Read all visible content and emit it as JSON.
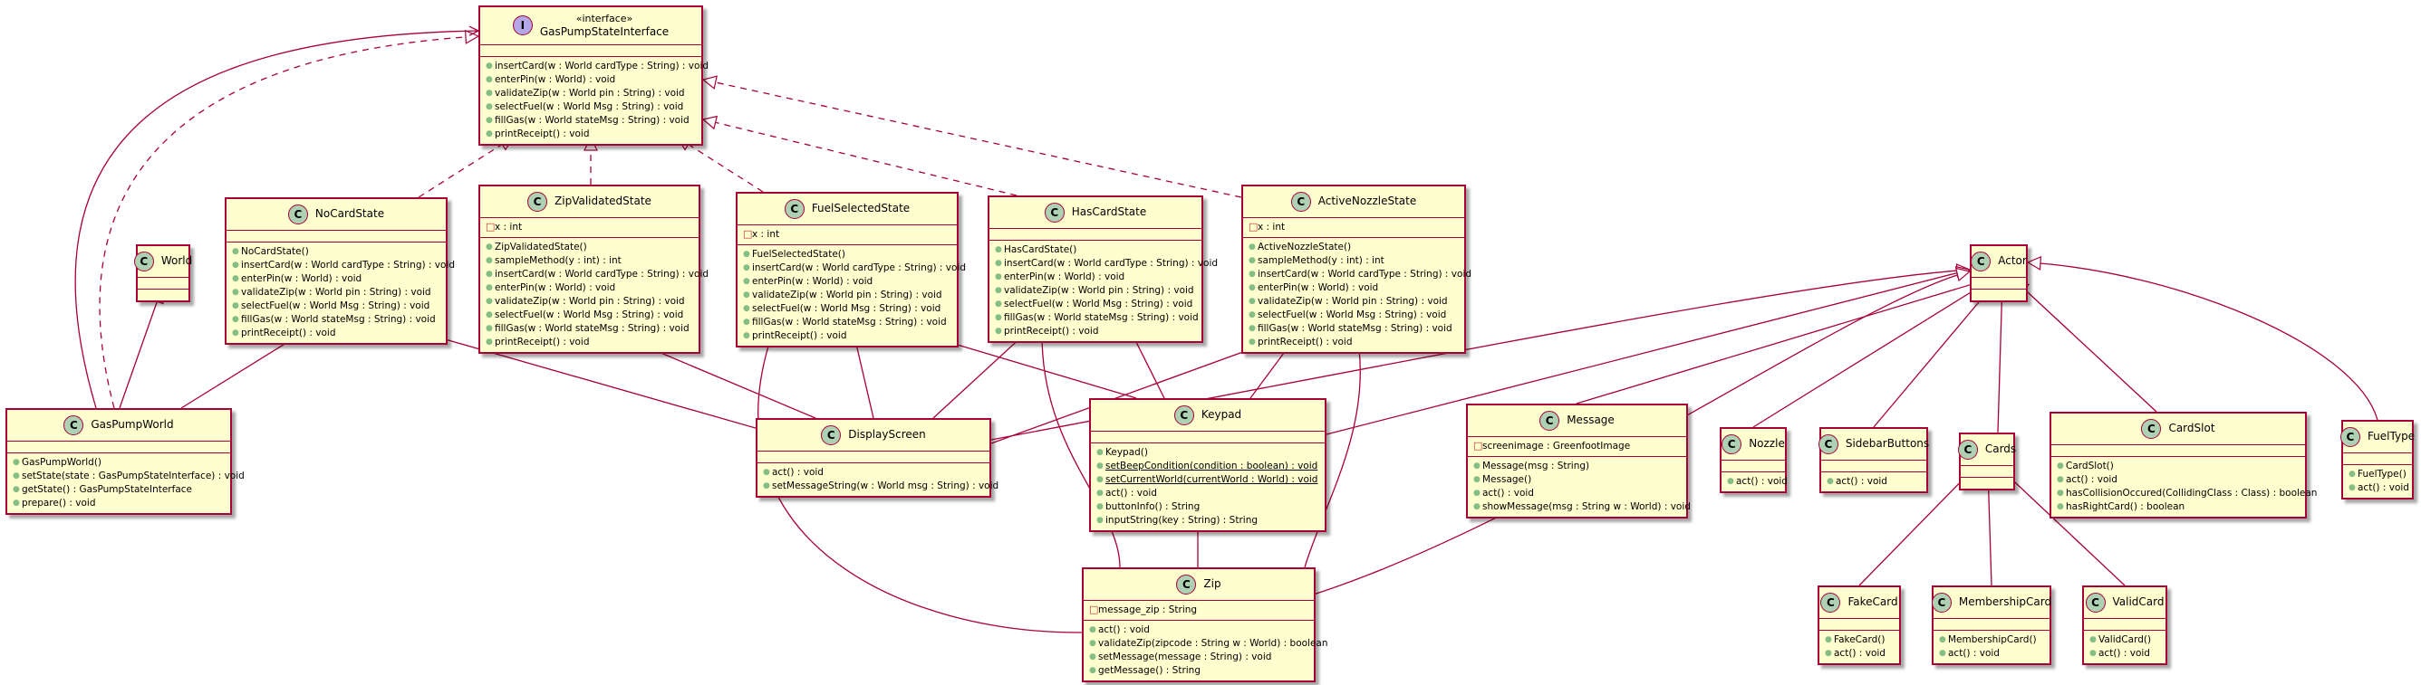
{
  "classes": {
    "GasPumpStateInterface": {
      "stereotype": "«interface»",
      "name": "GasPumpStateInterface",
      "fields": [],
      "methods": [
        "insertCard(w : World cardType : String) : void",
        "enterPin(w : World) : void",
        "validateZip(w : World pin : String) : void",
        "selectFuel(w : World Msg : String) : void",
        "fillGas(w : World stateMsg : String) : void",
        "printReceipt() : void"
      ]
    },
    "World": {
      "name": "World",
      "fields": [],
      "methods": []
    },
    "NoCardState": {
      "name": "NoCardState",
      "fields": [],
      "methods": [
        "NoCardState()",
        "insertCard(w : World cardType : String) : void",
        "enterPin(w : World) : void",
        "validateZip(w : World pin : String) : void",
        "selectFuel(w : World Msg : String) : void",
        "fillGas(w : World stateMsg : String) : void",
        "printReceipt() : void"
      ]
    },
    "ZipValidatedState": {
      "name": "ZipValidatedState",
      "fields": [
        "x : int"
      ],
      "methods": [
        "ZipValidatedState()",
        "sampleMethod(y : int) : int",
        "insertCard(w : World cardType : String) : void",
        "enterPin(w : World) : void",
        "validateZip(w : World pin : String) : void",
        "selectFuel(w : World Msg : String) : void",
        "fillGas(w : World stateMsg : String) : void",
        "printReceipt() : void"
      ]
    },
    "FuelSelectedState": {
      "name": "FuelSelectedState",
      "fields": [
        "x : int"
      ],
      "methods": [
        "FuelSelectedState()",
        "insertCard(w : World cardType : String) : void",
        "enterPin(w : World) : void",
        "validateZip(w : World pin : String) : void",
        "selectFuel(w : World Msg : String) : void",
        "fillGas(w : World stateMsg : String) : void",
        "printReceipt() : void"
      ]
    },
    "HasCardState": {
      "name": "HasCardState",
      "fields": [],
      "methods": [
        "HasCardState()",
        "insertCard(w : World cardType : String) : void",
        "enterPin(w : World) : void",
        "validateZip(w : World pin : String) : void",
        "selectFuel(w : World Msg : String) : void",
        "fillGas(w : World stateMsg : String) : void",
        "printReceipt() : void"
      ]
    },
    "ActiveNozzleState": {
      "name": "ActiveNozzleState",
      "fields": [
        "x : int"
      ],
      "methods": [
        "ActiveNozzleState()",
        "sampleMethod(y : int) : int",
        "insertCard(w : World cardType : String) : void",
        "enterPin(w : World) : void",
        "validateZip(w : World pin : String) : void",
        "selectFuel(w : World Msg : String) : void",
        "fillGas(w : World stateMsg : String) : void",
        "printReceipt() : void"
      ]
    },
    "GasPumpWorld": {
      "name": "GasPumpWorld",
      "fields": [],
      "methods": [
        "GasPumpWorld()",
        "setState(state : GasPumpStateInterface) : void",
        "getState() : GasPumpStateInterface",
        "prepare() : void"
      ]
    },
    "DisplayScreen": {
      "name": "DisplayScreen",
      "fields": [],
      "methods": [
        "act() : void",
        "setMessageString(w : World msg : String) : void"
      ]
    },
    "Keypad": {
      "name": "Keypad",
      "fields": [],
      "methods": [
        "Keypad()",
        "setBeepCondition(condition : boolean) : void",
        "setCurrentWorld(currentWorld : World) : void",
        "act() : void",
        "buttonInfo() : String",
        "inputString(key : String) : String"
      ],
      "static_methods": [
        "setBeepCondition(condition : boolean) : void",
        "setCurrentWorld(currentWorld : World) : void"
      ]
    },
    "Zip": {
      "name": "Zip",
      "fields": [
        "message_zip : String"
      ],
      "methods": [
        "act() : void",
        "validateZip(zipcode : String w : World) : boolean",
        "setMessage(message : String) : void",
        "getMessage() : String"
      ]
    },
    "Actor": {
      "name": "Actor",
      "fields": [],
      "methods": []
    },
    "Message": {
      "name": "Message",
      "fields": [
        "screenimage : GreenfootImage"
      ],
      "methods": [
        "Message(msg : String)",
        "Message()",
        "act() : void",
        "showMessage(msg : String w : World) : void"
      ]
    },
    "Nozzle": {
      "name": "Nozzle",
      "fields": [],
      "methods": [
        "act() : void"
      ]
    },
    "SidebarButtons": {
      "name": "SidebarButtons",
      "fields": [],
      "methods": [
        "act() : void"
      ]
    },
    "Cards": {
      "name": "Cards",
      "fields": [],
      "methods": []
    },
    "CardSlot": {
      "name": "CardSlot",
      "fields": [],
      "methods": [
        "CardSlot()",
        "act() : void",
        "hasCollisionOccured(CollidingClass : Class) : boolean",
        "hasRightCard() : boolean"
      ]
    },
    "FuelType": {
      "name": "FuelType",
      "fields": [],
      "methods": [
        "FuelType()",
        "act() : void"
      ]
    },
    "FakeCard": {
      "name": "FakeCard",
      "fields": [],
      "methods": [
        "FakeCard()",
        "act() : void"
      ]
    },
    "MembershipCard": {
      "name": "MembershipCard",
      "fields": [],
      "methods": [
        "MembershipCard()",
        "act() : void"
      ]
    },
    "ValidCard": {
      "name": "ValidCard",
      "fields": [],
      "methods": [
        "ValidCard()",
        "act() : void"
      ]
    }
  },
  "relations": [
    {
      "from": "NoCardState",
      "to": "GasPumpStateInterface",
      "type": "realization"
    },
    {
      "from": "ZipValidatedState",
      "to": "GasPumpStateInterface",
      "type": "realization"
    },
    {
      "from": "FuelSelectedState",
      "to": "GasPumpStateInterface",
      "type": "realization"
    },
    {
      "from": "HasCardState",
      "to": "GasPumpStateInterface",
      "type": "realization"
    },
    {
      "from": "ActiveNozzleState",
      "to": "GasPumpStateInterface",
      "type": "realization"
    },
    {
      "from": "GasPumpWorld",
      "to": "GasPumpStateInterface",
      "type": "realization"
    },
    {
      "from": "GasPumpWorld",
      "to": "GasPumpStateInterface",
      "type": "association"
    },
    {
      "from": "GasPumpWorld",
      "to": "World",
      "type": "inheritance"
    },
    {
      "from": "NoCardState",
      "to": "GasPumpWorld",
      "type": "association"
    },
    {
      "from": "NoCardState",
      "to": "DisplayScreen",
      "type": "association"
    },
    {
      "from": "ZipValidatedState",
      "to": "DisplayScreen",
      "type": "association"
    },
    {
      "from": "FuelSelectedState",
      "to": "DisplayScreen",
      "type": "association"
    },
    {
      "from": "FuelSelectedState",
      "to": "Keypad",
      "type": "association"
    },
    {
      "from": "FuelSelectedState",
      "to": "Zip",
      "type": "association"
    },
    {
      "from": "HasCardState",
      "to": "DisplayScreen",
      "type": "association"
    },
    {
      "from": "HasCardState",
      "to": "Keypad",
      "type": "association"
    },
    {
      "from": "HasCardState",
      "to": "Zip",
      "type": "association"
    },
    {
      "from": "ActiveNozzleState",
      "to": "DisplayScreen",
      "type": "association"
    },
    {
      "from": "ActiveNozzleState",
      "to": "Keypad",
      "type": "association"
    },
    {
      "from": "ActiveNozzleState",
      "to": "Zip",
      "type": "association"
    },
    {
      "from": "Keypad",
      "to": "Zip",
      "type": "association"
    },
    {
      "from": "DisplayScreen",
      "to": "Actor",
      "type": "inheritance"
    },
    {
      "from": "Keypad",
      "to": "Actor",
      "type": "inheritance"
    },
    {
      "from": "Zip",
      "to": "Actor",
      "type": "inheritance"
    },
    {
      "from": "Message",
      "to": "Actor",
      "type": "inheritance"
    },
    {
      "from": "Nozzle",
      "to": "Actor",
      "type": "inheritance"
    },
    {
      "from": "SidebarButtons",
      "to": "Actor",
      "type": "inheritance"
    },
    {
      "from": "Cards",
      "to": "Actor",
      "type": "inheritance"
    },
    {
      "from": "CardSlot",
      "to": "Actor",
      "type": "inheritance"
    },
    {
      "from": "FuelType",
      "to": "Actor",
      "type": "inheritance"
    },
    {
      "from": "FakeCard",
      "to": "Cards",
      "type": "inheritance"
    },
    {
      "from": "MembershipCard",
      "to": "Cards",
      "type": "inheritance"
    },
    {
      "from": "ValidCard",
      "to": "Cards",
      "type": "inheritance"
    }
  ],
  "colors": {
    "line": "#a80036",
    "fill": "#fefece",
    "class_badge": "#add1b2",
    "interface_badge": "#b4a7e5",
    "public": "#84be84",
    "private": "#c82930"
  }
}
